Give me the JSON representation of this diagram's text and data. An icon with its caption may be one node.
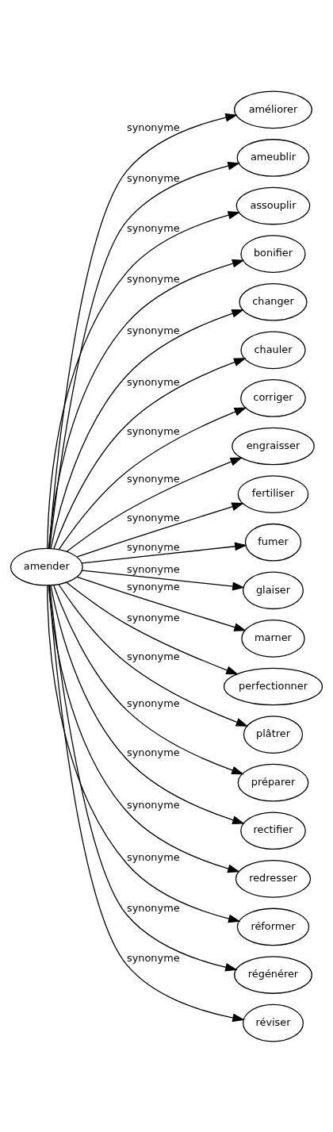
{
  "diagram": {
    "nodes": [
      {
        "text": [
          "amender"
        ]
      },
      {
        "text": [
          "améliorer"
        ]
      },
      {
        "text": [
          "ameublir"
        ]
      },
      {
        "text": [
          "assouplir"
        ]
      },
      {
        "text": [
          "bonifier"
        ]
      },
      {
        "text": [
          "changer"
        ]
      },
      {
        "text": [
          "chauler"
        ]
      },
      {
        "text": [
          "corriger"
        ]
      },
      {
        "text": [
          "engraisser"
        ]
      },
      {
        "text": [
          "fertiliser"
        ]
      },
      {
        "text": [
          "fumer"
        ]
      },
      {
        "text": [
          "glaiser"
        ]
      },
      {
        "text": [
          "marner"
        ]
      },
      {
        "text": [
          "perfectionner"
        ]
      },
      {
        "text": [
          "plâtrer"
        ]
      },
      {
        "text": [
          "préparer"
        ]
      },
      {
        "text": [
          "rectifier"
        ]
      },
      {
        "text": [
          "redresser"
        ]
      },
      {
        "text": [
          "réformer"
        ]
      },
      {
        "text": [
          "régénérer"
        ]
      },
      {
        "text": [
          "réviser"
        ]
      }
    ],
    "edges": [
      {
        "from": 0,
        "to": 1,
        "arrow": "to",
        "label": "synonyme"
      },
      {
        "from": 0,
        "to": 2,
        "arrow": "to",
        "label": "synonyme"
      },
      {
        "from": 0,
        "to": 3,
        "arrow": "to",
        "label": "synonyme"
      },
      {
        "from": 0,
        "to": 4,
        "arrow": "to",
        "label": "synonyme"
      },
      {
        "from": 0,
        "to": 5,
        "arrow": "to",
        "label": "synonyme"
      },
      {
        "from": 0,
        "to": 6,
        "arrow": "to",
        "label": "synonyme"
      },
      {
        "from": 0,
        "to": 7,
        "arrow": "to",
        "label": "synonyme"
      },
      {
        "from": 0,
        "to": 8,
        "arrow": "to",
        "label": "synonyme"
      },
      {
        "from": 0,
        "to": 9,
        "arrow": "to",
        "label": "synonyme"
      },
      {
        "from": 0,
        "to": 10,
        "arrow": "to",
        "label": "synonyme"
      },
      {
        "from": 0,
        "to": 11,
        "arrow": "to",
        "label": "synonyme"
      },
      {
        "from": 0,
        "to": 12,
        "arrow": "to",
        "label": "synonyme"
      },
      {
        "from": 0,
        "to": 13,
        "arrow": "to",
        "label": "synonyme"
      },
      {
        "from": 0,
        "to": 14,
        "arrow": "to",
        "label": "synonyme"
      },
      {
        "from": 0,
        "to": 15,
        "arrow": "to",
        "label": "synonyme"
      },
      {
        "from": 0,
        "to": 16,
        "arrow": "to",
        "label": "synonyme"
      },
      {
        "from": 0,
        "to": 17,
        "arrow": "to",
        "label": "synonyme"
      },
      {
        "from": 0,
        "to": 18,
        "arrow": "to",
        "label": "synonyme"
      },
      {
        "from": 0,
        "to": 19,
        "arrow": "to",
        "label": "synonyme"
      },
      {
        "from": 0,
        "to": 20,
        "arrow": "to",
        "label": "synonyme"
      }
    ]
  }
}
